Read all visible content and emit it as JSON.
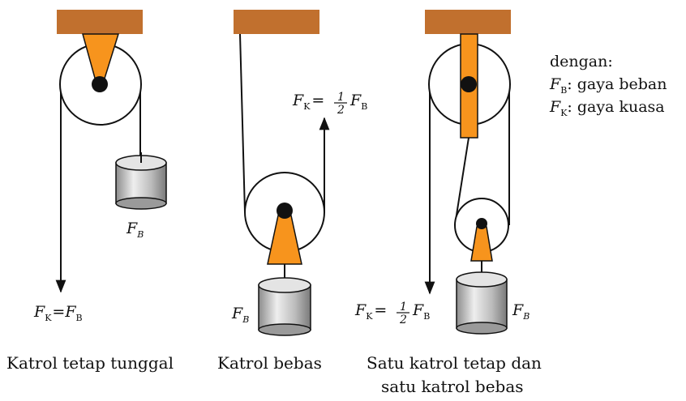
{
  "colors": {
    "ceiling": "#c1702e",
    "bracket": "#f7941d",
    "pulley_fill": "#ffffff",
    "rope": "#111111",
    "weight_light": "#e6e6e6",
    "weight_dark": "#8c8c8c"
  },
  "legend": {
    "heading": "dengan:",
    "items": [
      {
        "symbol": "F",
        "subscript": "B",
        "text": ": gaya beban"
      },
      {
        "symbol": "F",
        "subscript": "K",
        "text": ": gaya kuasa"
      }
    ]
  },
  "diagrams": [
    {
      "caption_lines": [
        "Katrol tetap tunggal"
      ],
      "load_label": {
        "symbol": "F",
        "subscript": "B"
      },
      "force_label": {
        "left_symbol": "F",
        "left_sub": "K",
        "equals": "=",
        "right_symbol": "F",
        "right_sub": "B"
      }
    },
    {
      "caption_lines": [
        "Katrol  bebas"
      ],
      "load_label": {
        "symbol": "F",
        "subscript": "B"
      },
      "force_label": {
        "left_symbol": "F",
        "left_sub": "K",
        "equals": "=",
        "frac_num": "1",
        "frac_den": "2",
        "right_symbol": "F",
        "right_sub": "B"
      }
    },
    {
      "caption_lines": [
        "Satu katrol tetap dan",
        "satu katrol bebas"
      ],
      "load_label": {
        "symbol": "F",
        "subscript": "B"
      },
      "force_label": {
        "left_symbol": "F",
        "left_sub": "K",
        "equals": "=",
        "frac_num": "1",
        "frac_den": "2",
        "right_symbol": "F",
        "right_sub": "B"
      }
    }
  ]
}
